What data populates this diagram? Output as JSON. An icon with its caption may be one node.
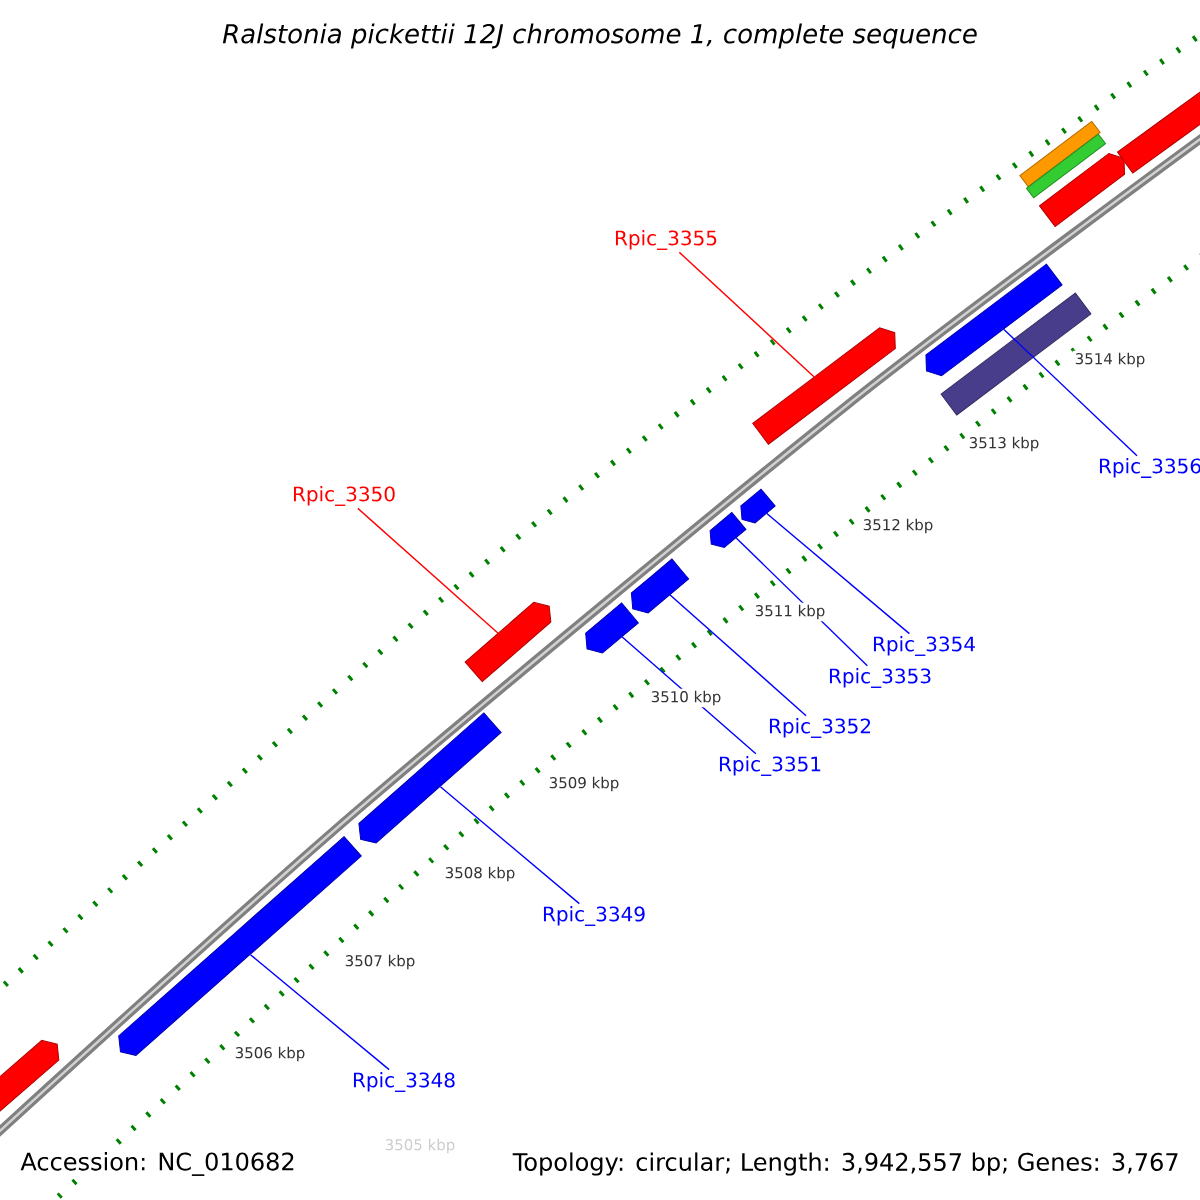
{
  "diagram": {
    "title": "Ralstonia pickettii 12J chromosome 1, complete sequence",
    "nodes": [
      {
        "text": [
          "Rpic_3355"
        ]
      },
      {
        "text": [
          "Rpic_3356"
        ]
      },
      {
        "text": [
          "Rpic_3350"
        ]
      },
      {
        "text": [
          "Rpic_3354"
        ]
      },
      {
        "text": [
          "Rpic_3353"
        ]
      },
      {
        "text": [
          "Rpic_3352"
        ]
      },
      {
        "text": [
          "Rpic_3351"
        ]
      },
      {
        "text": [
          "Rpic_3349"
        ]
      },
      {
        "text": [
          "Rpic_3348"
        ]
      },
      {
        "text": [],
        "shape": "bar"
      },
      {
        "text": [],
        "shape": "bar"
      },
      {
        "text": [],
        "shape": "bar"
      },
      {
        "text": [],
        "shape": "bar"
      },
      {
        "text": [],
        "shape": "bar"
      },
      {
        "text": [],
        "shape": "bar"
      },
      {
        "text": [],
        "shape": "bar"
      },
      {
        "text": [],
        "shape": "bar"
      },
      {
        "text": [],
        "shape": "bar"
      },
      {
        "text": [],
        "shape": "bar"
      },
      {
        "text": [],
        "shape": "bar"
      },
      {
        "text": [],
        "shape": "bar"
      },
      {
        "text": [],
        "shape": "bar"
      },
      {
        "text": [],
        "shape": "bar"
      },
      {
        "text": [],
        "shape": "bar"
      }
    ],
    "edges": [
      {
        "from": 0,
        "to": 17,
        "arrow": "none",
        "color": "#ff0000"
      },
      {
        "from": 1,
        "to": 18,
        "arrow": "none"
      },
      {
        "from": 2,
        "to": 12,
        "arrow": "none",
        "color": "#ff0000"
      },
      {
        "from": 3,
        "to": 16,
        "arrow": "none"
      },
      {
        "from": 4,
        "to": 15,
        "arrow": "none"
      },
      {
        "from": 5,
        "to": 14,
        "arrow": "none"
      },
      {
        "from": 6,
        "to": 13,
        "arrow": "none"
      },
      {
        "from": 7,
        "to": 11,
        "arrow": "none"
      },
      {
        "from": 8,
        "to": 10,
        "arrow": "none"
      }
    ],
    "labels": [
      "3514 kbp",
      "3513 kbp",
      "3512 kbp",
      "3511 kbp",
      "3510 kbp",
      "3509 kbp",
      "3508 kbp",
      "3507 kbp",
      "3506 kbp",
      "3505 kbp",
      "Accession: NC_010682",
      "Topology: circular; Length: 3,942,557 bp; Genes: 3,767"
    ]
  }
}
